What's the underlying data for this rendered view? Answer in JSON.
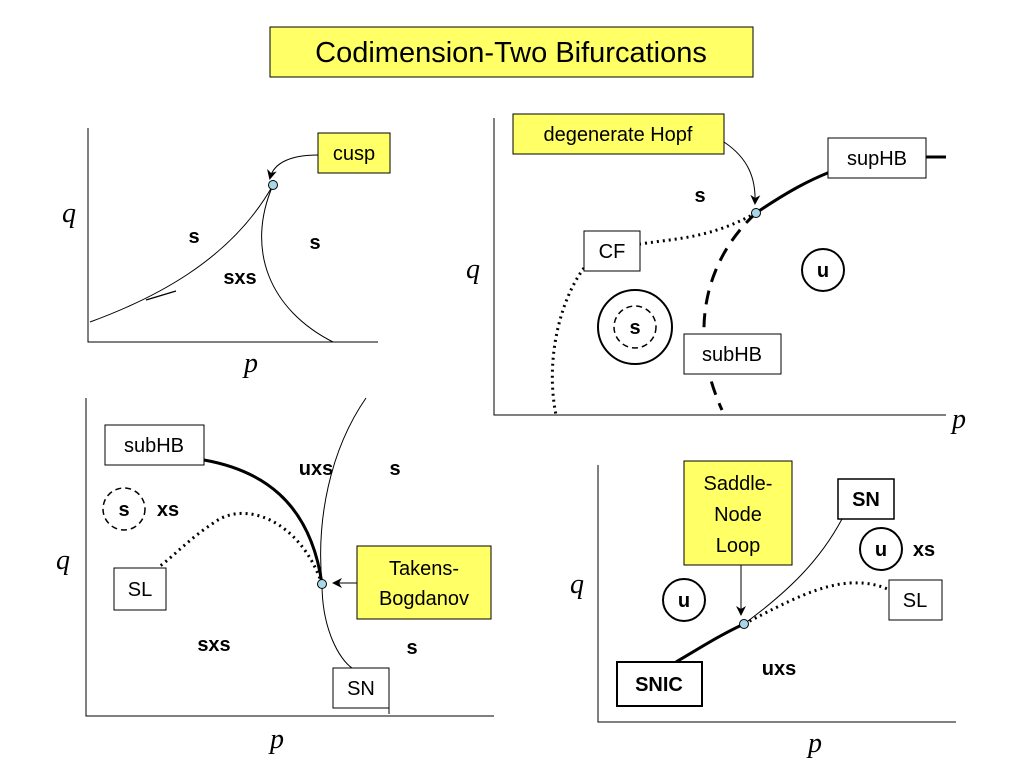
{
  "title": "Codimension-Two Bifurcations",
  "colors": {
    "highlight": "#ffff66",
    "line": "#000000",
    "point_fill": "#a8d8e8"
  },
  "panels": {
    "cusp": {
      "xlabel": "p",
      "ylabel": "q",
      "callout": "cusp",
      "regions": [
        "s",
        "s",
        "sxs"
      ]
    },
    "degenerate_hopf": {
      "xlabel": "p",
      "ylabel": "q",
      "callout": "degenerate Hopf",
      "boxes": [
        "supHB",
        "CF",
        "subHB"
      ],
      "regions": [
        "s",
        "u",
        "s"
      ]
    },
    "takens_bogdanov": {
      "xlabel": "p",
      "ylabel": "q",
      "callout_line1": "Takens-",
      "callout_line2": "Bogdanov",
      "boxes": [
        "subHB",
        "SL",
        "SN"
      ],
      "regions": [
        "uxs",
        "s",
        "xs",
        "sxs",
        "s",
        "s"
      ]
    },
    "saddle_node_loop": {
      "xlabel": "p",
      "ylabel": "q",
      "callout_line1": "Saddle-",
      "callout_line2": "Node",
      "callout_line3": "Loop",
      "boxes": [
        "SN",
        "SL",
        "SNIC"
      ],
      "regions": [
        "u",
        "xs",
        "u",
        "uxs"
      ]
    }
  }
}
